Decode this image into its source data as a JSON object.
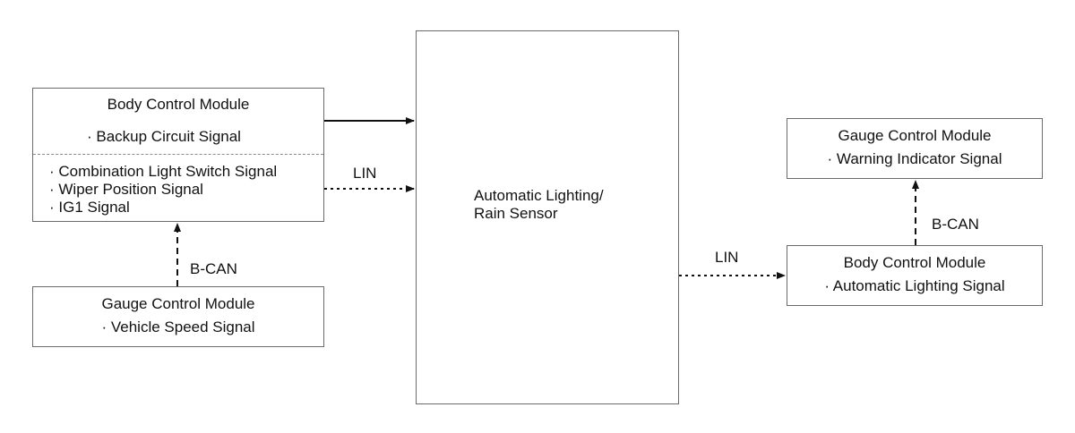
{
  "bcm_left": {
    "title": "Body Control Module",
    "upper_signals": [
      "· Backup Circuit Signal"
    ],
    "lower_signals": [
      "· Combination Light Switch Signal",
      "· Wiper Position Signal",
      "· IG1 Signal"
    ]
  },
  "gcm_left": {
    "title": "Gauge Control Module",
    "signal": "· Vehicle Speed Signal"
  },
  "sensor": {
    "line1": "Automatic Lighting/",
    "line2": "Rain Sensor"
  },
  "gcm_right": {
    "title": "Gauge Control Module",
    "signal": "· Warning Indicator Signal"
  },
  "bcm_right": {
    "title": "Body Control Module",
    "signal": "· Automatic Lighting Signal"
  },
  "connections": {
    "lin_left": "LIN",
    "bcan_left": "B-CAN",
    "lin_right": "LIN",
    "bcan_right": "B-CAN"
  },
  "colors": {
    "line": "#111111",
    "border": "#6b6b6b"
  }
}
